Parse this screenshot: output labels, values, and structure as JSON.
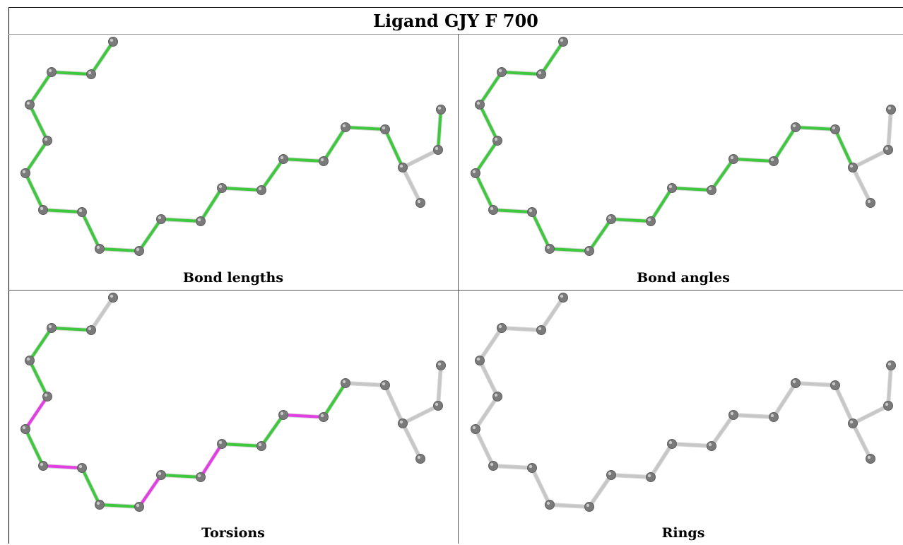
{
  "title": "Ligand GJY F 700",
  "colors": {
    "green": "#3ec83e",
    "magenta": "#e33ee3",
    "grey_bond": "#c7c7c7",
    "atom": "#7a7a7a"
  },
  "panels": [
    {
      "label": "Bond lengths",
      "bond_colors": [
        "green",
        "green",
        "green",
        "green",
        "green",
        "green",
        "green",
        "green",
        "green",
        "green",
        "green",
        "green",
        "green",
        "green",
        "green",
        "green",
        "green",
        "green",
        "grey",
        "grey",
        "green",
        "grey"
      ]
    },
    {
      "label": "Bond angles",
      "bond_colors": [
        "green",
        "green",
        "green",
        "green",
        "green",
        "green",
        "green",
        "green",
        "green",
        "green",
        "green",
        "green",
        "green",
        "green",
        "green",
        "green",
        "green",
        "green",
        "grey",
        "grey",
        "grey",
        "grey"
      ]
    },
    {
      "label": "Torsions",
      "bond_colors": [
        "grey",
        "green",
        "green",
        "green",
        "magenta",
        "green",
        "magenta",
        "green",
        "green",
        "magenta",
        "green",
        "magenta",
        "green",
        "green",
        "magenta",
        "green",
        "grey",
        "grey",
        "grey",
        "grey",
        "grey",
        "grey"
      ]
    },
    {
      "label": "Rings",
      "bond_colors": [
        "grey",
        "grey",
        "grey",
        "grey",
        "grey",
        "grey",
        "grey",
        "grey",
        "grey",
        "grey",
        "grey",
        "grey",
        "grey",
        "grey",
        "grey",
        "grey",
        "grey",
        "grey",
        "grey",
        "grey",
        "grey",
        "grey"
      ]
    }
  ]
}
